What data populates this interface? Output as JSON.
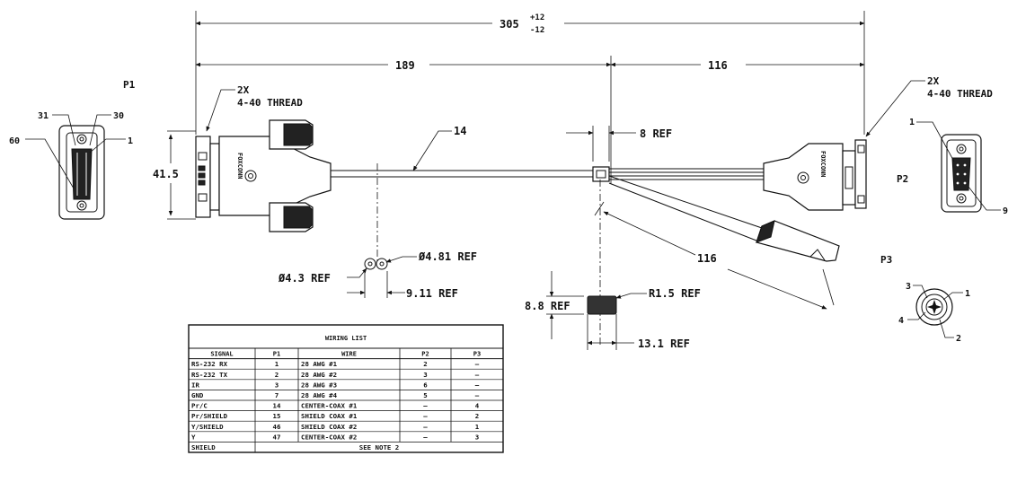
{
  "dimensions": {
    "overall": "305",
    "overall_tol_plus": "+12",
    "overall_tol_minus": "-12",
    "left_segment": "189",
    "right_segment": "116",
    "height_p1": "41.5",
    "cable_id": "14",
    "ref_8": "8 REF",
    "branch_length": "116",
    "dia_43": "Ø4.3 REF",
    "dia_481": "Ø4.81 REF",
    "ref_911": "9.11 REF",
    "ref_88": "8.8 REF",
    "ref_r15": "R1.5 REF",
    "ref_131": "13.1 REF"
  },
  "labels": {
    "p1": "P1",
    "p2": "P2",
    "p3": "P3",
    "thread_left_qty": "2X",
    "thread_left": "4-40 THREAD",
    "thread_right_qty": "2X",
    "thread_right": "4-40 THREAD",
    "logo": "FOXCONN"
  },
  "pins": {
    "p1_a": "31",
    "p1_b": "30",
    "p1_c": "60",
    "p1_d": "1",
    "p2_a": "1",
    "p2_b": "9",
    "p3_a": "3",
    "p3_b": "1",
    "p3_c": "4",
    "p3_d": "2"
  },
  "wiring": {
    "title": "WIRING LIST",
    "headers": [
      "SIGNAL",
      "P1",
      "WIRE",
      "P2",
      "P3"
    ],
    "rows": [
      [
        "RS-232 RX",
        "1",
        "28 AWG #1",
        "2",
        "—"
      ],
      [
        "RS-232 TX",
        "2",
        "28 AWG #2",
        "3",
        "—"
      ],
      [
        "IR",
        "3",
        "28 AWG #3",
        "6",
        "—"
      ],
      [
        "GND",
        "7",
        "28 AWG #4",
        "5",
        "—"
      ],
      [
        "Pr/C",
        "14",
        "CENTER-COAX #1",
        "—",
        "4"
      ],
      [
        "Pr/SHIELD",
        "15",
        "SHIELD COAX #1",
        "—",
        "2"
      ],
      [
        "Y/SHIELD",
        "46",
        "SHIELD COAX #2",
        "—",
        "1"
      ],
      [
        "Y",
        "47",
        "CENTER-COAX #2",
        "—",
        "3"
      ]
    ],
    "shield_row": [
      "SHIELD",
      "SEE NOTE 2"
    ]
  }
}
